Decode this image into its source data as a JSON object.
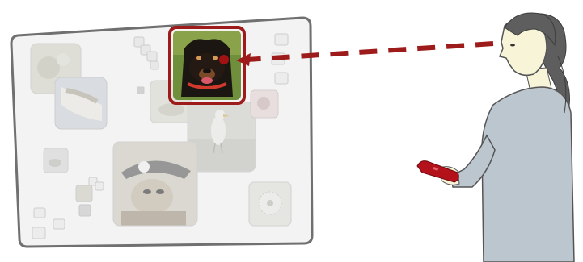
{
  "screen": {
    "focused_item": "dog-photo",
    "thumbnail_count": 24
  },
  "colors": {
    "highlight": "#9e1b1b",
    "gaze_line": "#9e1b1b",
    "screen_border": "#6f6f6f",
    "screen_fill": "#f1f1f1",
    "remote": "#b3121b",
    "hair": "#5a5a5a",
    "shirt": "#bcc6cf",
    "skin": "#f7f4d8"
  },
  "icons": [
    "dog-photo",
    "pirate-dog-photo",
    "seagull-photo",
    "dandelion-photo",
    "gaze-arrow",
    "remote-control"
  ]
}
